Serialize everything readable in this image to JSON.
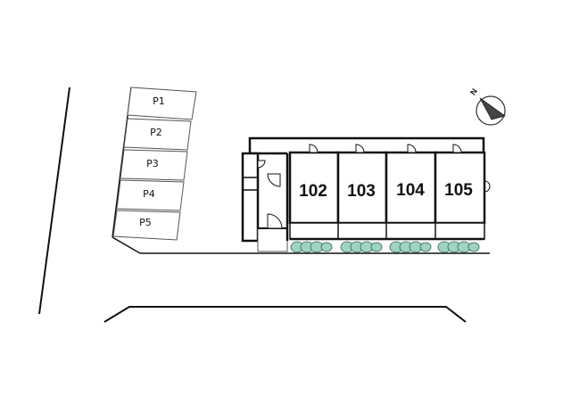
{
  "parking": {
    "spaces": [
      {
        "label": "P1"
      },
      {
        "label": "P2"
      },
      {
        "label": "P3"
      },
      {
        "label": "P4"
      },
      {
        "label": "P5"
      }
    ]
  },
  "building": {
    "units": [
      {
        "label": "102"
      },
      {
        "label": "103"
      },
      {
        "label": "104"
      },
      {
        "label": "105"
      }
    ]
  },
  "compass": {
    "label": "N",
    "icon": "north-arrow-icon"
  },
  "colors": {
    "hedge": "#9fd4c4",
    "line": "#111111"
  }
}
